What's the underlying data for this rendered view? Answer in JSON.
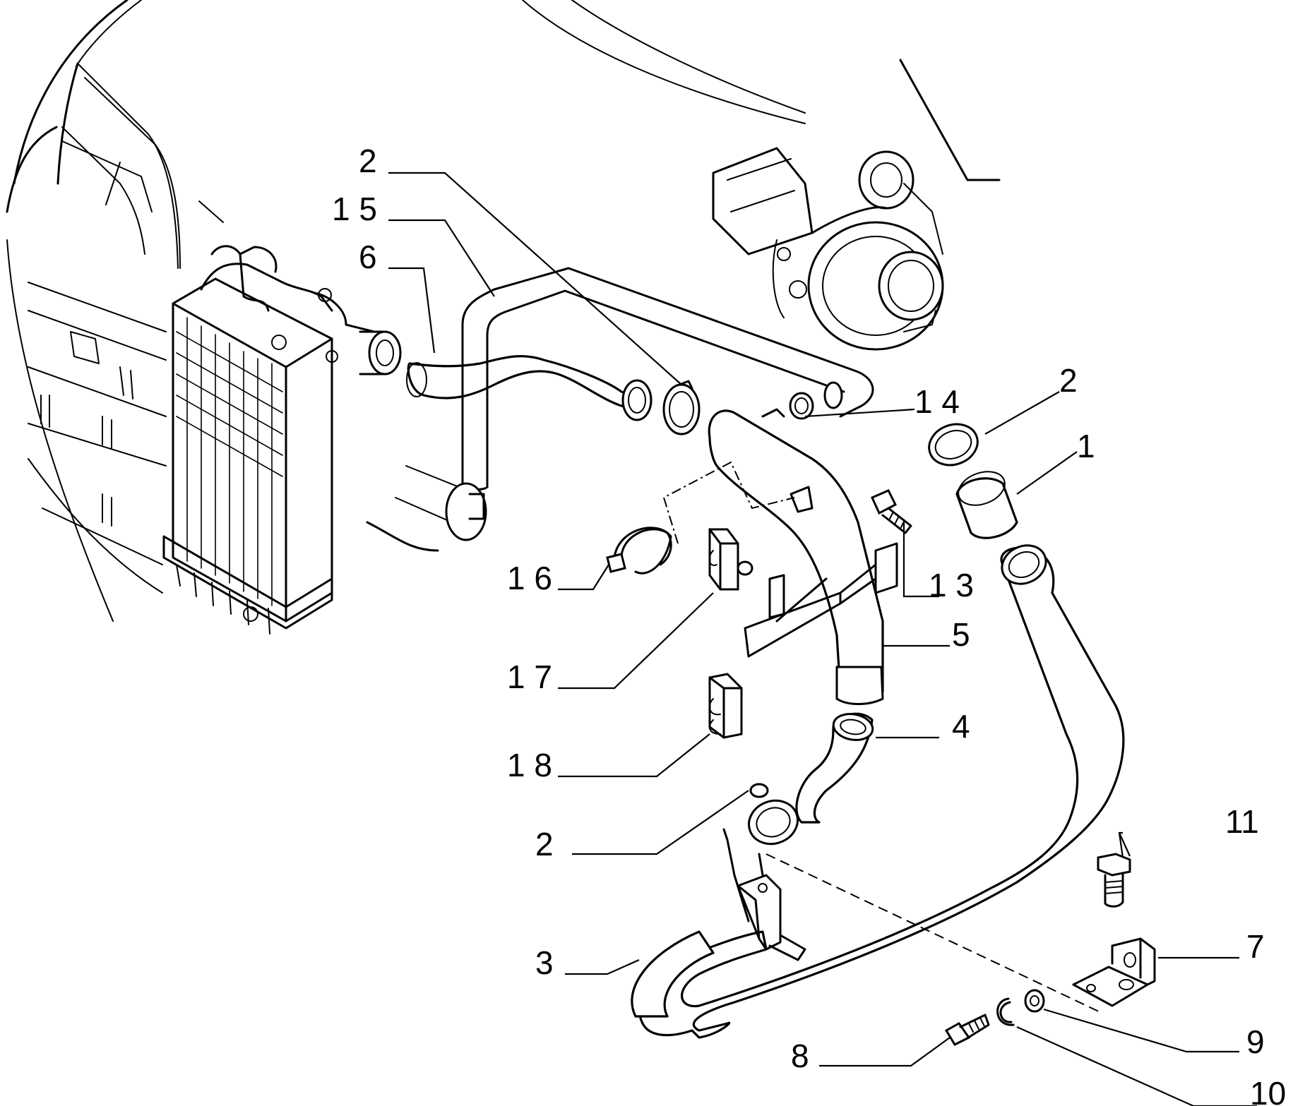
{
  "diagram": {
    "callouts": [
      {
        "id": "c2a",
        "text": "2"
      },
      {
        "id": "c15",
        "text": "1 5"
      },
      {
        "id": "c6",
        "text": "6"
      },
      {
        "id": "c14",
        "text": "1 4"
      },
      {
        "id": "c2b",
        "text": "2"
      },
      {
        "id": "c1",
        "text": "1"
      },
      {
        "id": "c16",
        "text": "1 6"
      },
      {
        "id": "c13",
        "text": "1 3"
      },
      {
        "id": "c5",
        "text": "5"
      },
      {
        "id": "c17",
        "text": "1 7"
      },
      {
        "id": "c4",
        "text": "4"
      },
      {
        "id": "c18",
        "text": "1 8"
      },
      {
        "id": "c2c",
        "text": "2"
      },
      {
        "id": "c11",
        "text": "11"
      },
      {
        "id": "c3",
        "text": "3"
      },
      {
        "id": "c7",
        "text": "7"
      },
      {
        "id": "c9",
        "text": "9"
      },
      {
        "id": "c8",
        "text": "8"
      },
      {
        "id": "c10",
        "text": "10"
      }
    ]
  }
}
